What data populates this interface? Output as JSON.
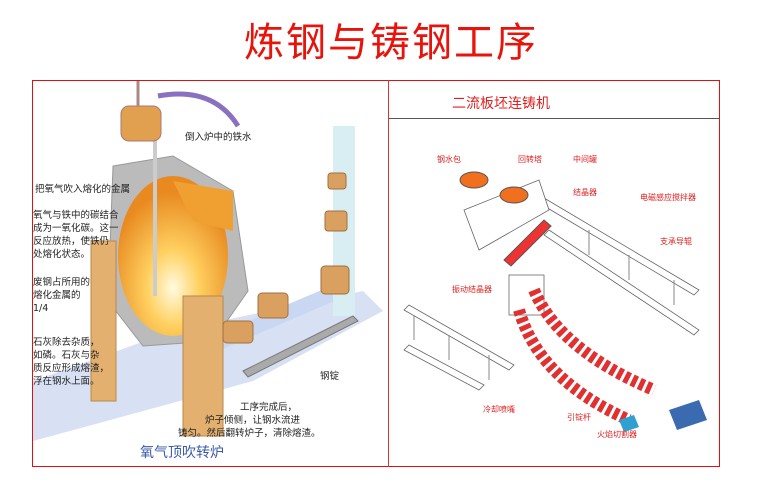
{
  "slide_title": "炼钢与铸钢工序",
  "left_panel": {
    "caption": "氧气顶吹转炉",
    "labels": {
      "pour_iron": "倒入炉中的铁水",
      "blow_oxygen": "把氧气吹入熔化的金属",
      "oxygen_carbon": [
        "氧气与铁中的碳结合",
        "成为一氧化碳。这一",
        "反应放热，使铁仍",
        "处熔化状态。"
      ],
      "scrap": [
        "废钢占所用的",
        "熔化金属的",
        "1/4"
      ],
      "lime": [
        "石灰除去杂质，",
        "如磷。石灰与杂",
        "质反应形成熔渣，",
        "浮在钢水上面。"
      ],
      "ingot": "钢锭",
      "process_done": [
        "工序完成后，",
        "炉子倾侧，让钢水流进",
        "铸匀。然后翻转炉子，清除熔渣。"
      ]
    }
  },
  "right_panel": {
    "heading": "二流板坯连铸机",
    "labels": {
      "ladle": "钢水包",
      "turret": "回转塔",
      "tundish": "中间罐",
      "mould": "结晶器",
      "em_stirrer": "电磁感应搅拌器",
      "support_rolls": "支承导辊",
      "osc_mould": "振动结晶器",
      "cooling_nozzle": "冷却喷嘴",
      "dummy_bar": "引锭杆",
      "flame_cutter": "火焰切割器"
    }
  },
  "colors": {
    "title": "#e8140c",
    "frame": "#e01010",
    "caption": "#3a5aa8",
    "label_red": "#e02020"
  }
}
